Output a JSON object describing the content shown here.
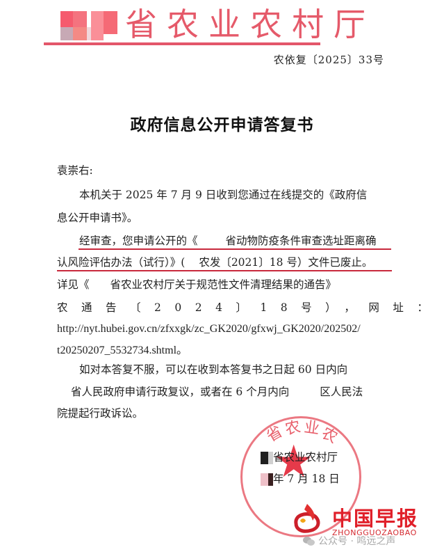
{
  "letterhead": {
    "org_name": "省农业农村厅",
    "logo_mosaic_colors": [
      "#f55b6e",
      "#f4737f",
      "#fa8f98",
      "#f56a76",
      "#c7a9b5"
    ],
    "rule_color": "#e3566a",
    "doc_number": "农依复〔2025〕33号"
  },
  "document": {
    "title": "政府信息公开申请答复书",
    "salutation": "袁崇右:",
    "paragraphs": {
      "p1_line1": "本机关于 2025 年 7 月 9 日收到您通过在线提交的《政府信",
      "p1_line2": "息公开申请书》。",
      "p2_line1_a": "经审查，您申请公开的《",
      "p2_line1_b": "省动物防疫条件审查选址距离确",
      "p2_line2_a": "认风险评估办法（试行）》(",
      "p2_line2_b": "农发〔2021〕18 号）文件已废止。",
      "p3_line1_a": "详见《",
      "p3_line1_b": "省农业农村厅关于规范性文件清理结果的通告》",
      "p3_line2": "农通告〔2024〕18号），网址：",
      "p3_url_line1": "http://nyt.hubei.gov.cn/zfxxgk/zc_GK2020/gfxwj_GK2020/202502/",
      "p3_url_line2": "t20250207_5532734.shtml。",
      "p4_line1": "如对本答复不服，可以在收到本答复书之日起 60 日内向",
      "p4_line2_a": "省人民政府申请行政复议，或者在 6 个月内向",
      "p4_line2_b": "区人民法",
      "p4_line3": "院提起行政诉讼。"
    },
    "underline_color": "#c8283c"
  },
  "signature": {
    "org": "省农业农村厅",
    "date": "年 7 月 18 日",
    "seal_text": "省农业农村",
    "seal_color": "#e8606c",
    "star": "★"
  },
  "branding": {
    "name": "中国早报",
    "pinyin": "ZHONGGUOZAOBAO",
    "brand_color": "#e0202a",
    "watermark": "公众号 · 鸣远之声"
  }
}
